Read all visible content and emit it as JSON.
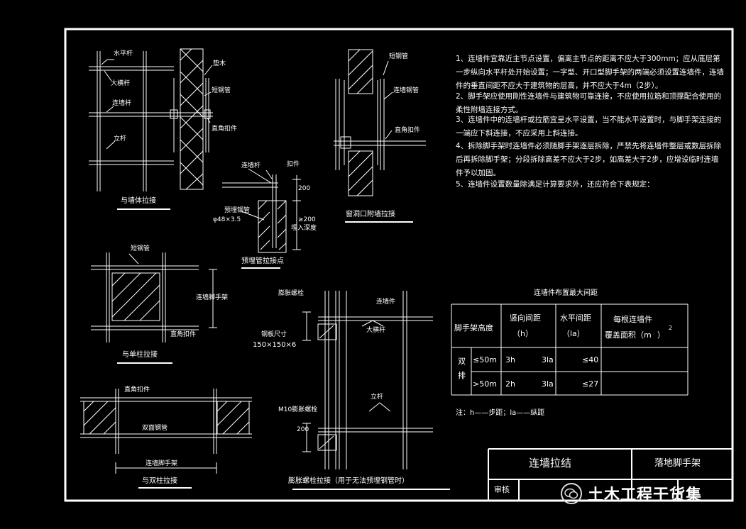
{
  "title_block": {
    "drawing_name": "连墙拉结",
    "project_name": "落地脚手架",
    "reviewer_label": "审核"
  },
  "notes": [
    "1、连墙件宜靠近主节点设置，偏离主节点的距离不应大于300mm；应从底层第一步纵向水平杆处开始设置；一字型、开口型脚手架的两端必须设置连墙件，连墙件的垂直间距不应大于建筑物的层高，并不应大于4m（2步）。",
    "2、脚手架应使用刚性连墙件与建筑物可靠连接，不应使用拉筋和顶撑配合使用的柔性附墙连接方式。",
    "3、连墙件中的连墙杆或拉筋宜呈水平设置，当不能水平设置时，与脚手架连接的一端应下斜连接，不应采用上斜连接。",
    "4、拆除脚手架时连墙件必须随脚手架逐层拆除，严禁先将连墙件整层或数层拆除后再拆除脚手架；分段拆除高差不应大于2步，如高差大于2步，应增设临时连墙件予以加固。",
    "5、连墙件设置数量除满足计算要求外，还应符合下表规定："
  ],
  "captions": {
    "wall_tie": "与墙体拉接",
    "embedded_pipe": "预埋管拉接点",
    "window_tie": "窗洞口附墙拉接",
    "column_tie": "与单柱拉接",
    "double_column_tie": "与双柱拉接",
    "bolt_tie": "膨胀螺栓拉接（用于无法预埋钢管时）"
  },
  "labels": {
    "wall_tie": [
      "水平杆",
      "大横杆",
      "连墙杆",
      "立杆",
      "垫木",
      "短钢管",
      "直角扣件"
    ],
    "embedded": [
      "连墙杆",
      "扣件",
      "预埋钢管",
      "φ48×3.5",
      "埋入深度",
      "200",
      "≥200"
    ],
    "window": [
      "短钢管",
      "直角扣件",
      "连墙钢管"
    ],
    "column": [
      "短钢管",
      "连墙脚手架",
      "直角扣件"
    ],
    "double_column": [
      "直角扣件",
      "双面钢管",
      "连墙脚手架"
    ],
    "bolt": [
      "膨胀螺栓",
      "钢板尺寸",
      "150×150×6",
      "连墙件",
      "大横杆",
      "立杆",
      "M10膨胀螺栓",
      "200"
    ]
  },
  "table": {
    "title": "连墙件布置最大间距",
    "headers": {
      "height": "脚手架高度",
      "vertical": "竖向间距",
      "vertical_unit": "（h）",
      "horizontal": "水平间距",
      "horizontal_unit": "（la）",
      "area": "每根连墙件",
      "area_line2": "覆盖面积（m",
      "area_sup": "2",
      "area_close": "）"
    },
    "row_group": "双排",
    "rows": [
      {
        "height": "≤50m",
        "vertical": "3h",
        "horizontal": "3la",
        "area": "≤40"
      },
      {
        "height": ">50m",
        "vertical": "2h",
        "horizontal": "3la",
        "area": "≤27"
      }
    ],
    "note": "注：h——步距；la——纵距"
  },
  "watermark": {
    "text": "土木工程干货集",
    "icon": "wechat-icon"
  }
}
